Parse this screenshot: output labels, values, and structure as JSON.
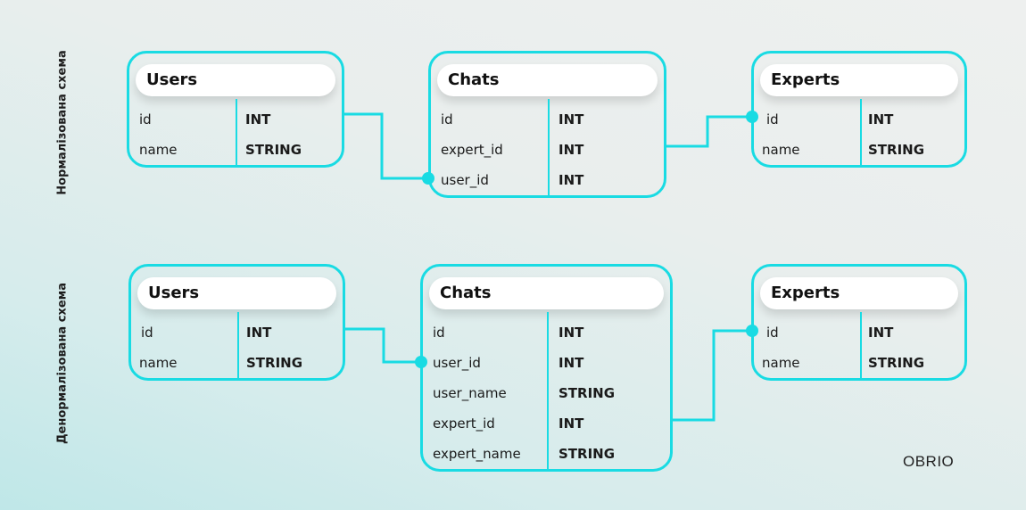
{
  "sections": {
    "normalized_label": "Нормалізована схема",
    "denormalized_label": "Денормалізована схема"
  },
  "normalized": {
    "users": {
      "title": "Users",
      "rows": [
        {
          "name": "id",
          "type": "INT"
        },
        {
          "name": "name",
          "type": "STRING"
        }
      ]
    },
    "chats": {
      "title": "Chats",
      "rows": [
        {
          "name": "id",
          "type": "INT"
        },
        {
          "name": "expert_id",
          "type": "INT"
        },
        {
          "name": "user_id",
          "type": "INT"
        }
      ]
    },
    "experts": {
      "title": "Experts",
      "rows": [
        {
          "name": "id",
          "type": "INT"
        },
        {
          "name": "name",
          "type": "STRING"
        }
      ]
    }
  },
  "denormalized": {
    "users": {
      "title": "Users",
      "rows": [
        {
          "name": "id",
          "type": "INT"
        },
        {
          "name": "name",
          "type": "STRING"
        }
      ]
    },
    "chats": {
      "title": "Chats",
      "rows": [
        {
          "name": "id",
          "type": "INT"
        },
        {
          "name": "user_id",
          "type": "INT"
        },
        {
          "name": "user_name",
          "type": "STRING"
        },
        {
          "name": "expert_id",
          "type": "INT"
        },
        {
          "name": "expert_name",
          "type": "STRING"
        }
      ]
    },
    "experts": {
      "title": "Experts",
      "rows": [
        {
          "name": "id",
          "type": "INT"
        },
        {
          "name": "name",
          "type": "STRING"
        }
      ]
    }
  },
  "accent_color": "#19dbe3",
  "logo": "OBRIO"
}
